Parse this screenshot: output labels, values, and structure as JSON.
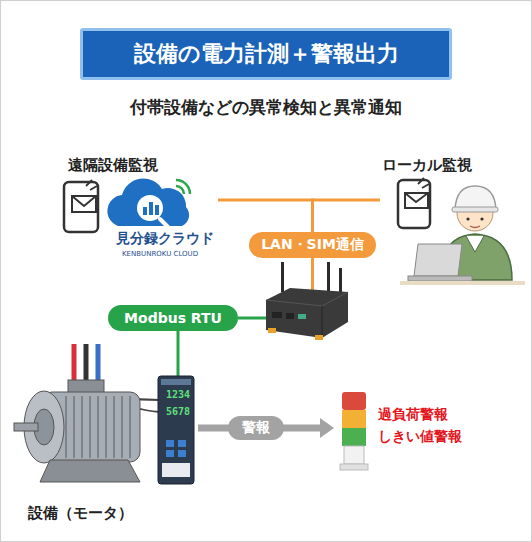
{
  "diagram": {
    "title": "設備の電力計測＋警報出力",
    "nodes": [
      {
        "text": [
          "遠隔設備監視",
          "見分録クラウド",
          "KENBUNROKU CLOUD"
        ]
      },
      {
        "text": [
          "ローカル監視"
        ]
      },
      {
        "text": [
          "LAN・SIM通信"
        ]
      },
      {
        "text": [
          "Modbus RTU"
        ]
      },
      {
        "text": [
          "1234",
          "5678"
        ]
      },
      {
        "text": [
          "過負荷警報",
          "しきい値警報"
        ]
      },
      {
        "text": [
          "設備（モータ）"
        ]
      }
    ],
    "edges": [
      {
        "from": 0,
        "to": 2,
        "arrow": "none"
      },
      {
        "from": 1,
        "to": 2,
        "arrow": "none"
      },
      {
        "from": 2,
        "to": 3,
        "arrow": "none"
      },
      {
        "from": 3,
        "to": 4,
        "arrow": "none"
      },
      {
        "from": 4,
        "to": 5,
        "label": "警報",
        "arrow": "to"
      }
    ],
    "labels": [
      "付帯設備などの異常検知と異常通知"
    ]
  }
}
